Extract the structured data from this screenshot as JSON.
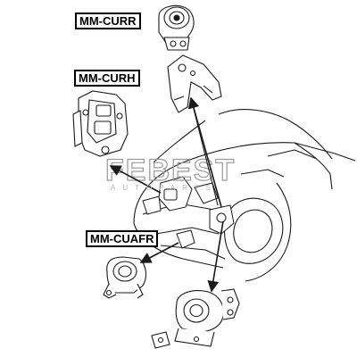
{
  "labels": {
    "curr": "MM-CURR",
    "curh": "MM-CURH",
    "cuafr": "MM-CUAFR"
  },
  "watermark": {
    "brand": "FEBEST",
    "tagline": "AUTOPARTS"
  },
  "colors": {
    "line": "#1a1a1a",
    "label_border": "#000000",
    "watermark": "#b8b8b8"
  }
}
